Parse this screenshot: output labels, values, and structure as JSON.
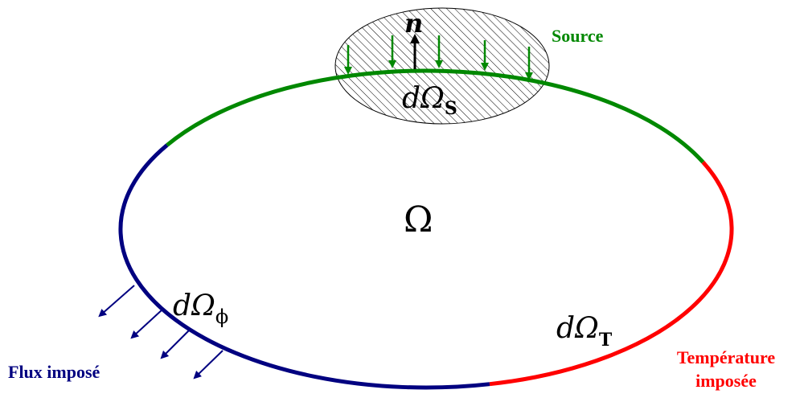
{
  "diagram": {
    "domain_symbol": "Ω",
    "source": {
      "label": "Source",
      "region_symbol": "dΩ",
      "region_subscript": "S",
      "normal_label": "n"
    },
    "flux": {
      "label": "Flux imposé",
      "region_symbol": "dΩ",
      "region_subscript": "ϕ"
    },
    "temperature": {
      "label_line1": "Température",
      "label_line2": "imposée",
      "region_symbol": "dΩ",
      "region_subscript": "T"
    },
    "colors": {
      "source": "#008800",
      "flux": "#000080",
      "temperature": "#ff0000",
      "normal": "#000000",
      "hatch": "#000000"
    }
  }
}
